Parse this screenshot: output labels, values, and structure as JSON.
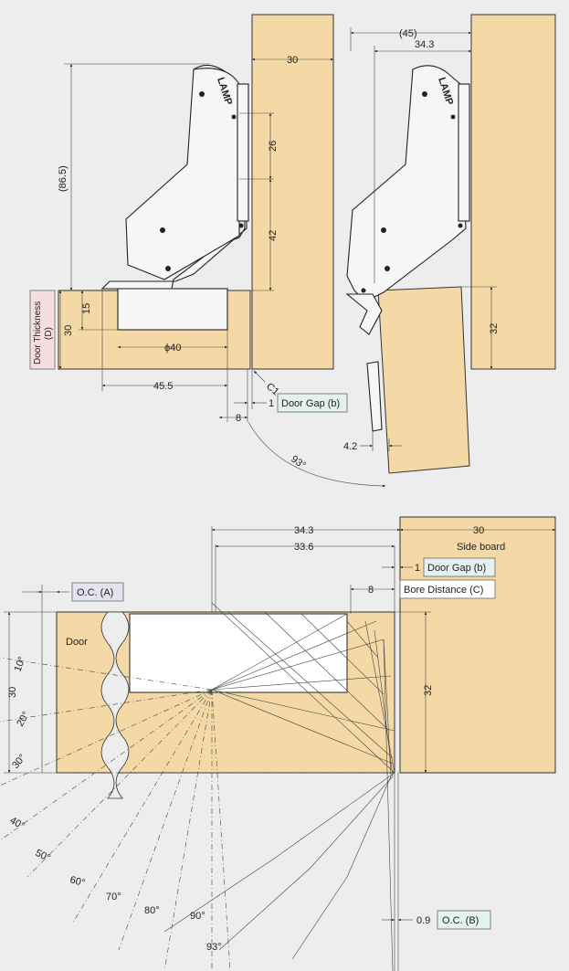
{
  "colors": {
    "background": "#ededed",
    "wood": "#f4d9a6",
    "door_thickness_box": "#f6dede",
    "door_gap_box": "#e3f2ee",
    "bore_distance_box": "#ffffff",
    "oc_a_box": "#e4e2f1",
    "oc_b_box": "#e3f2ea"
  },
  "top": {
    "dim_30_top": "30",
    "dim_86_5": "(86.5)",
    "dim_26": "26",
    "dim_42": "42",
    "dim_15": "15",
    "dim_30_side": "30",
    "door_thickness_label": "Door Thickness\n(D)",
    "door_thickness_line1": "Door Thickness",
    "door_thickness_line2": "(D)",
    "dim_phi40": "ϕ40",
    "dim_45_5": "45.5",
    "dim_c1": "C1",
    "dim_1": "1",
    "door_gap_label": "Door Gap (b)",
    "dim_8": "8",
    "angle_93": "93°",
    "logo_text": "LAMP",
    "dim_45_paren": "(45)",
    "dim_34_3": "34.3",
    "dim_32": "32",
    "dim_4_2": "4.2"
  },
  "bottom": {
    "dim_34_3": "34.3",
    "dim_33_6": "33.6",
    "dim_30_top": "30",
    "side_board_label": "Side board",
    "dim_1": "1",
    "door_gap_label": "Door Gap (b)",
    "dim_8": "8",
    "bore_distance_label": "Bore Distance (C)",
    "oc_a_label": "O.C. (A)",
    "door_label": "Door",
    "dim_30_left": "30",
    "dim_32": "32",
    "angles": [
      "10°",
      "20°",
      "30°",
      "40°",
      "50°",
      "60°",
      "70°",
      "80°",
      "90°",
      "93°"
    ],
    "dim_0_9": "0.9",
    "oc_b_label": "O.C. (B)"
  }
}
